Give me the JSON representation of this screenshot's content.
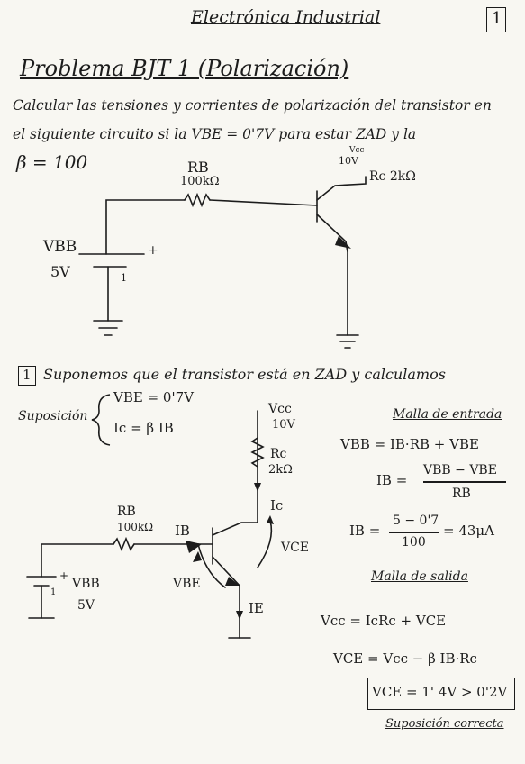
{
  "header": {
    "course": "Electrónica Industrial",
    "page_number": "1"
  },
  "problem": {
    "title": "Problema BJT 1 (Polarización)",
    "statement_lines": [
      "Calcular las tensiones y corrientes de polarización del transistor en",
      "el siguiente circuito si la VBE = 0'7V para estar ZAD y la",
      "β = 100"
    ]
  },
  "circuit1": {
    "rb_label": "RB",
    "rb_value": "100kΩ",
    "vbb_label": "VBB",
    "vbb_value": "5V",
    "plus": "+",
    "minus": "1",
    "vcc_small": "10V",
    "vcc_sub": "Vcc",
    "rc_label": "Rc 2kΩ"
  },
  "step1": {
    "number": "1",
    "heading": "Suponemos que el transistor está en ZAD y calculamos",
    "suposicion_label": "Suposición",
    "assumptions": [
      "VBE = 0'7V",
      "Ic = β IB"
    ]
  },
  "circuit2": {
    "vcc_label": "Vcc",
    "vcc_value": "10V",
    "rc_label": "Rc",
    "rc_value": "2kΩ",
    "ic_label": "Ic",
    "rb_label": "RB",
    "rb_value": "100kΩ",
    "ib_label": "IB",
    "vce_label": "VCE",
    "vbe_label": "VBE",
    "ie_label": "IE",
    "vbb_label": "VBB",
    "vbb_value": "5V",
    "plus": "+",
    "minus": "1"
  },
  "equations": {
    "input_mesh_title": "Malla de entrada",
    "eq1": "VBB = IB·RB + VBE",
    "eq2_lhs": "IB =",
    "eq2_num": "VBB − VBE",
    "eq2_den": "RB",
    "eq3_lhs": "IB =",
    "eq3_num": "5 − 0'7",
    "eq3_den": "100",
    "eq3_rhs": "= 43μA",
    "output_mesh_title": "Malla de salida",
    "eq4": "Vcc = IcRc + VCE",
    "eq5": "VCE = Vcc − β IB·Rc",
    "result": "VCE = 1' 4V > 0'2V",
    "conclusion": "Suposición correcta"
  }
}
